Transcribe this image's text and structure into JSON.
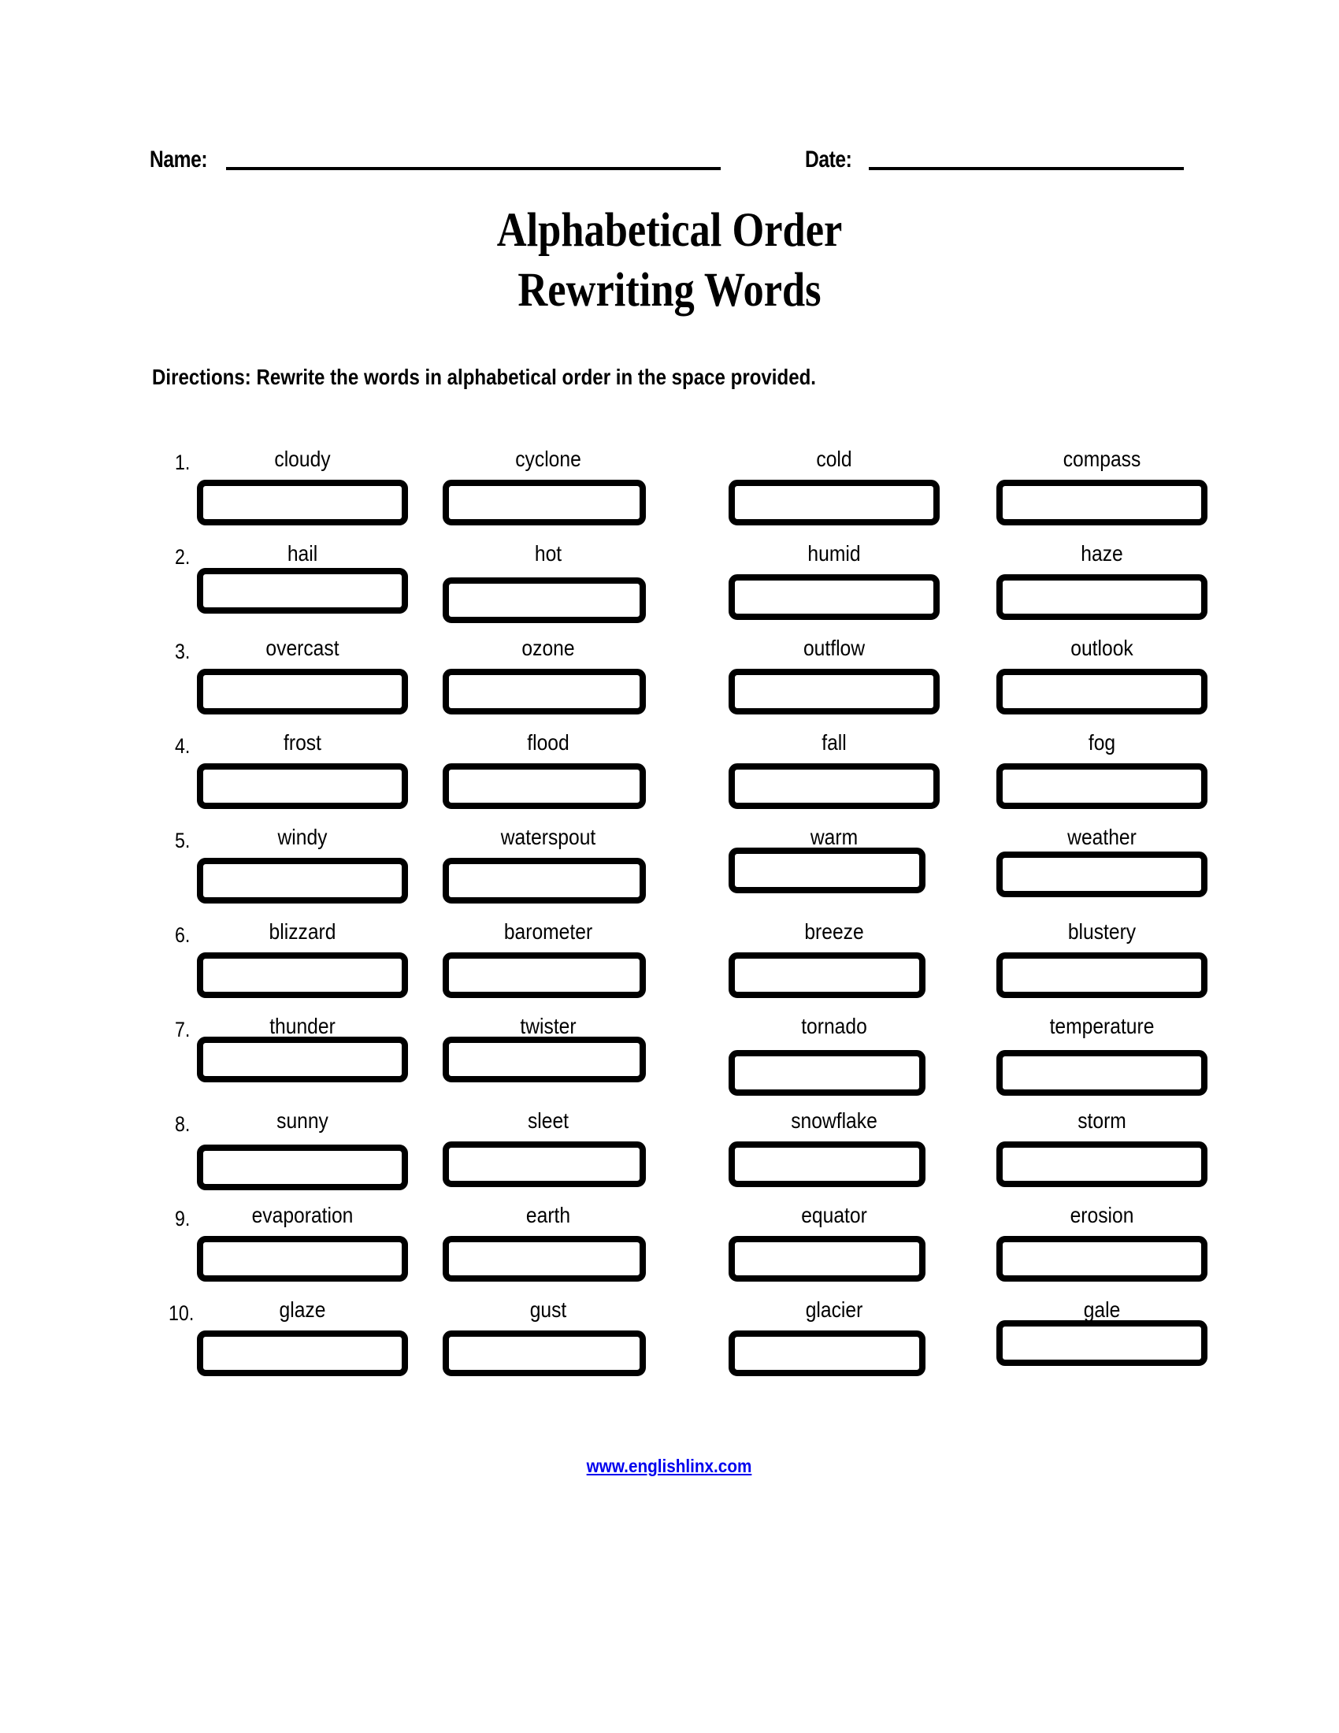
{
  "header": {
    "name_label": "Name:",
    "date_label": "Date:"
  },
  "title": {
    "line1": "Alphabetical Order",
    "line2": "Rewriting Words"
  },
  "directions": "Directions: Rewrite the words in alphabetical order in the space provided.",
  "footer": {
    "link_text": "www.englishlinx.com",
    "link_color": "#0000ee"
  },
  "worksheet": {
    "columns": 4,
    "rows": [
      {
        "number": "1.",
        "words": [
          "cloudy",
          "cyclone",
          "cold",
          "compass"
        ]
      },
      {
        "number": "2.",
        "words": [
          "hail",
          "hot",
          "humid",
          "haze"
        ]
      },
      {
        "number": "3.",
        "words": [
          "overcast",
          "ozone",
          "outflow",
          "outlook"
        ]
      },
      {
        "number": "4.",
        "words": [
          "frost",
          "flood",
          "fall",
          "fog"
        ]
      },
      {
        "number": "5.",
        "words": [
          "windy",
          "waterspout",
          "warm",
          "weather"
        ]
      },
      {
        "number": "6.",
        "words": [
          "blizzard",
          "barometer",
          "breeze",
          "blustery"
        ]
      },
      {
        "number": "7.",
        "words": [
          "thunder",
          "twister",
          "tornado",
          "temperature"
        ]
      },
      {
        "number": "8.",
        "words": [
          "sunny",
          "sleet",
          "snowflake",
          "storm"
        ]
      },
      {
        "number": "9.",
        "words": [
          "evaporation",
          "earth",
          "equator",
          "erosion"
        ]
      },
      {
        "number": "10.",
        "words": [
          "glaze",
          "gust",
          "glacier",
          "gale"
        ]
      }
    ]
  }
}
